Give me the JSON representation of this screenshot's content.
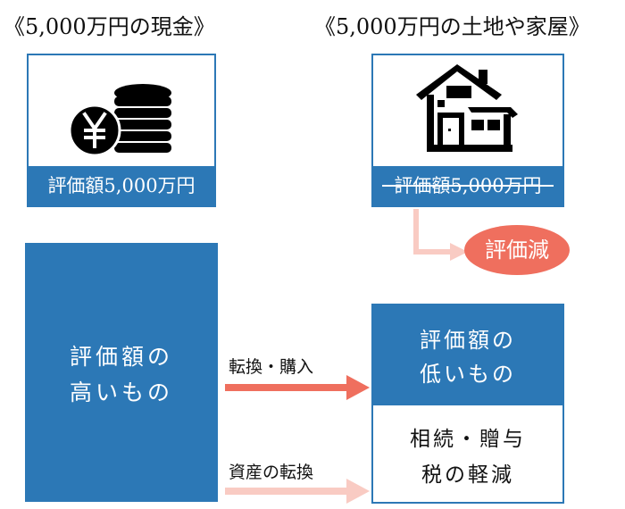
{
  "left": {
    "heading": "《5,000万円の現金》",
    "card_label": "評価額5,000万円",
    "icon": "yen-coins-icon"
  },
  "right": {
    "heading": "《5,000万円の土地や家屋》",
    "card_label": "評価額5,000万円",
    "icon": "house-icon"
  },
  "reduction_badge": "評価減",
  "high_value_box": {
    "line1": "評価額の",
    "line2": "高いもの"
  },
  "arrows": {
    "top_label": "転換・購入",
    "bottom_label": "資産の転換",
    "top_color": "#ef6f5e",
    "bottom_color": "#f9cbc3"
  },
  "low_value_box": {
    "line1": "評価額の",
    "line2": "低いもの"
  },
  "benefit_box": {
    "line1": "相続・贈与",
    "line2": "税の軽減"
  },
  "colors": {
    "blue": "#2c78b6",
    "coral": "#ef6f5e",
    "pale_coral": "#f9cbc3"
  }
}
